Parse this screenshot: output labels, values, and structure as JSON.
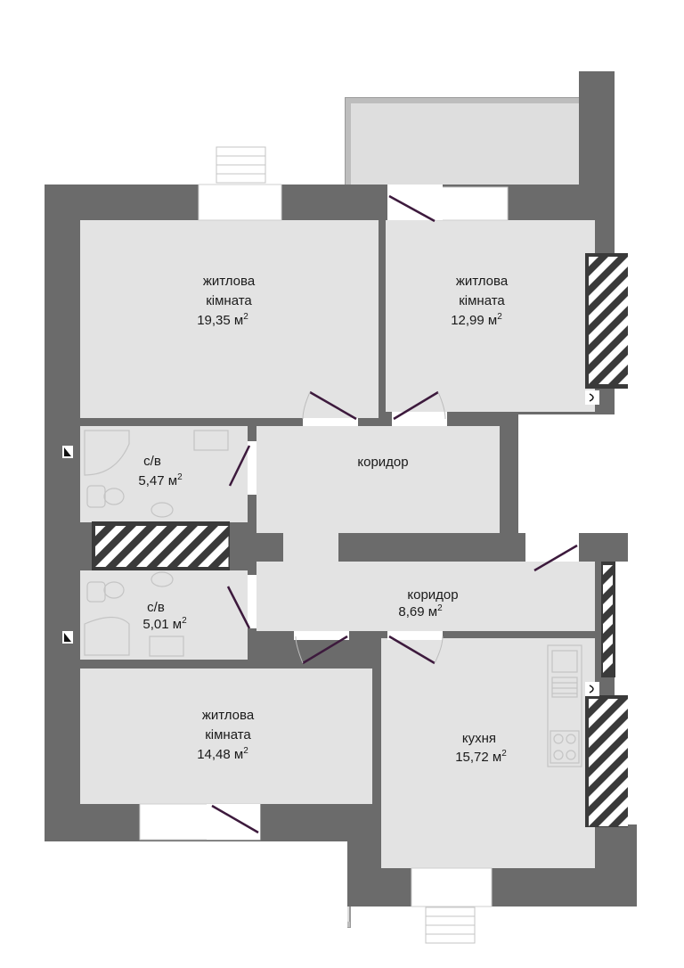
{
  "colors": {
    "wall": "#6b6b6b",
    "floor": "#e3e3e3",
    "balcony": "#dedede",
    "door_swing": "#3d1a3d",
    "window": "#ffffff",
    "fixture_line": "#c4c4c4"
  },
  "unit_label": "м",
  "unit_power": "2",
  "rooms": [
    {
      "id": "living-1",
      "label1": "житлова",
      "label2": "кімната",
      "area": "19,35"
    },
    {
      "id": "living-2",
      "label1": "житлова",
      "label2": "кімната",
      "area": "12,99"
    },
    {
      "id": "bath-1",
      "label1": "с/в",
      "label2": "",
      "area": "5,47"
    },
    {
      "id": "corridor-1",
      "label1": "коридор",
      "label2": "",
      "area": ""
    },
    {
      "id": "bath-2",
      "label1": "с/в",
      "label2": "",
      "area": "5,01"
    },
    {
      "id": "corridor-2",
      "label1": "коридор",
      "label2": "",
      "area": "8,69"
    },
    {
      "id": "living-3",
      "label1": "житлова",
      "label2": "кімната",
      "area": "14,48"
    },
    {
      "id": "kitchen",
      "label1": "кухня",
      "label2": "",
      "area": "15,72"
    }
  ]
}
